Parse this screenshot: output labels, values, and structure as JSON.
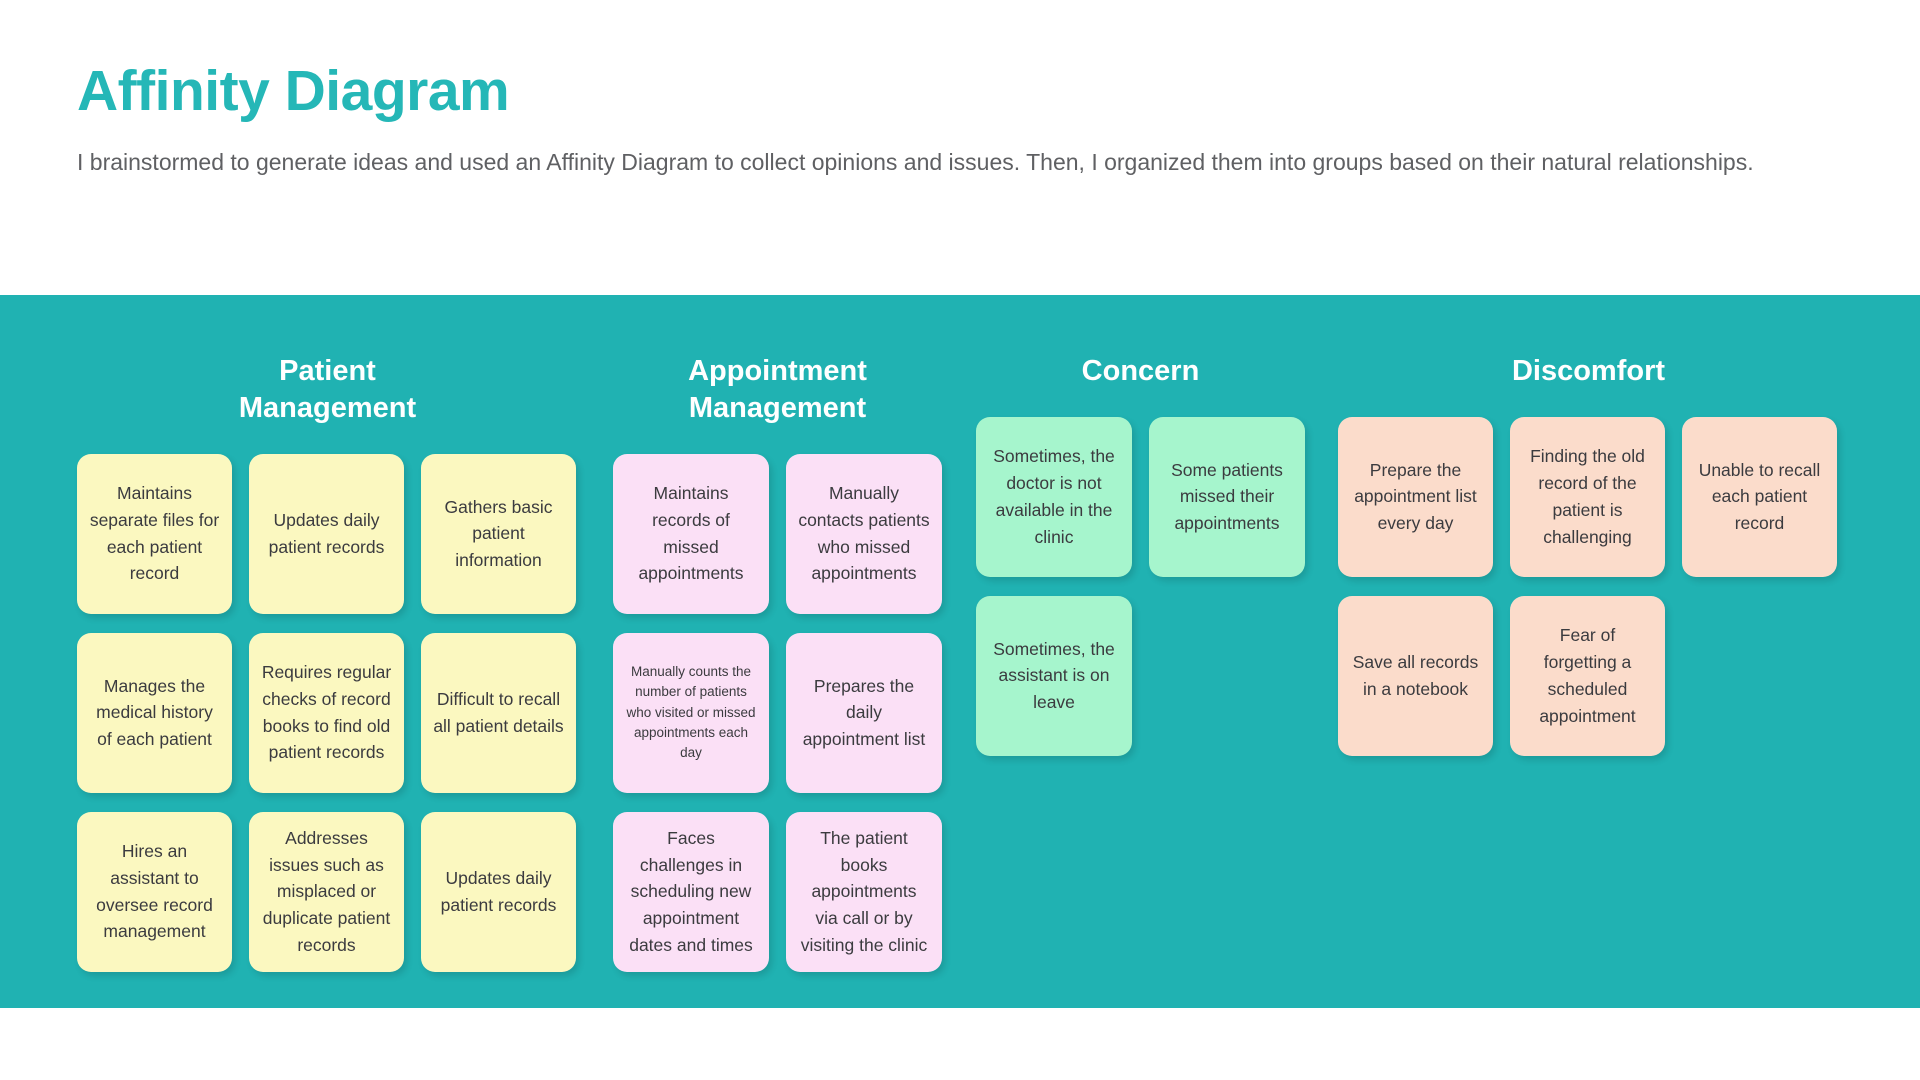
{
  "header": {
    "title": "Affinity Diagram",
    "subtitle": "I brainstormed to generate ideas and used an Affinity Diagram to collect opinions and issues. Then, I organized them into groups based on their natural relationships.",
    "title_color": "#25b7b7",
    "subtitle_color": "#5f6063"
  },
  "board": {
    "background_color": "#20b2b2",
    "columns": [
      {
        "id": "patient-management",
        "title": "Patient\nManagement",
        "card_color": "#fbf8c0",
        "rows": [
          [
            {
              "text": "Maintains separate files for each patient record",
              "size": "small"
            },
            {
              "text": "Updates daily patient records",
              "size": "normal"
            },
            {
              "text": "Gathers basic patient information",
              "size": "normal"
            }
          ],
          [
            {
              "text": "Manages the medical history of each patient",
              "size": "normal"
            },
            {
              "text": "Requires regular checks of record books to find old patient records",
              "size": "small"
            },
            {
              "text": "Difficult to recall all patient details",
              "size": "normal"
            }
          ],
          [
            {
              "text": "Hires an assistant to oversee record management",
              "size": "small"
            },
            {
              "text": "Addresses issues such as misplaced or duplicate patient records",
              "size": "small"
            },
            {
              "text": "Updates daily patient records",
              "size": "normal"
            }
          ]
        ]
      },
      {
        "id": "appointment-management",
        "title": "Appointment\nManagement",
        "card_color": "#fbe0f6",
        "rows": [
          [
            {
              "text": "Maintains records of missed appointments",
              "size": "small"
            },
            {
              "text": "Manually contacts patients who missed appointments",
              "size": "small"
            }
          ],
          [
            {
              "text": "Manually counts the number of patients who visited or missed appointments each day",
              "size": "tiny"
            },
            {
              "text": "Prepares the daily appointment list",
              "size": "normal"
            }
          ],
          [
            {
              "text": "Faces challenges in scheduling new appointment dates and times",
              "size": "small"
            },
            {
              "text": "The patient books appointments via call or by visiting the clinic",
              "size": "small"
            }
          ]
        ]
      },
      {
        "id": "concern",
        "title": "Concern",
        "card_color": "#a6f5cd",
        "rows": [
          [
            {
              "text": "Sometimes, the doctor is not available in the clinic",
              "size": "small"
            },
            {
              "text": "Some patients missed their appointments",
              "size": "small"
            }
          ],
          [
            {
              "text": "Sometimes, the assistant is on leave",
              "size": "normal"
            },
            {
              "text": "",
              "size": "empty"
            }
          ]
        ]
      },
      {
        "id": "discomfort",
        "title": "Discomfort",
        "card_color": "#fbdccb",
        "rows": [
          [
            {
              "text": "Prepare the appointment list every day",
              "size": "small"
            },
            {
              "text": "Finding the old record of the patient is challenging",
              "size": "small"
            },
            {
              "text": "Unable to recall each patient record",
              "size": "small"
            }
          ],
          [
            {
              "text": "Save all records in a notebook",
              "size": "normal"
            },
            {
              "text": "Fear of forgetting a scheduled appointment",
              "size": "normal"
            },
            {
              "text": "",
              "size": "empty"
            }
          ]
        ]
      }
    ]
  }
}
